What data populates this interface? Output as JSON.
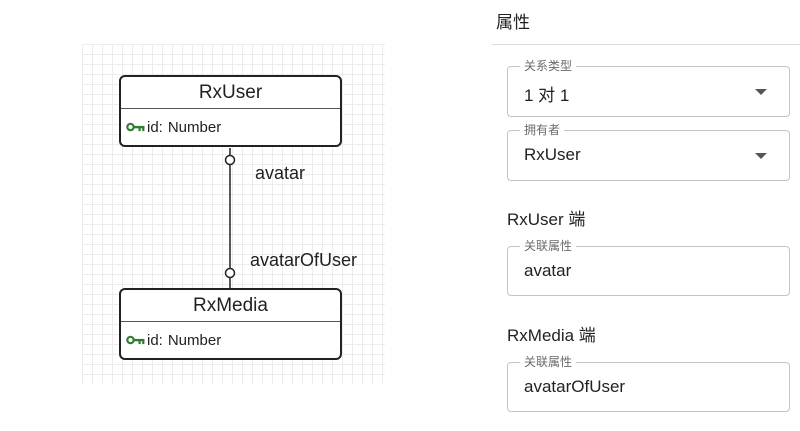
{
  "diagram": {
    "entities": [
      {
        "name": "RxUser",
        "field_name": "id:",
        "field_type": "Number"
      },
      {
        "name": "RxMedia",
        "field_name": "id:",
        "field_type": "Number"
      }
    ],
    "relation": {
      "source_label": "avatar",
      "target_label": "avatarOfUser"
    },
    "key_icon": "key-icon",
    "key_icon_color": "#2e7d32"
  },
  "panel": {
    "title": "属性",
    "relation_type": {
      "label": "关系类型",
      "value": "1 对 1"
    },
    "owner": {
      "label": "拥有者",
      "value": "RxUser"
    },
    "source_end": {
      "heading": "RxUser 端",
      "field_label": "关联属性",
      "field_value": "avatar"
    },
    "target_end": {
      "heading": "RxMedia 端",
      "field_label": "关联属性",
      "field_value": "avatarOfUser"
    }
  }
}
